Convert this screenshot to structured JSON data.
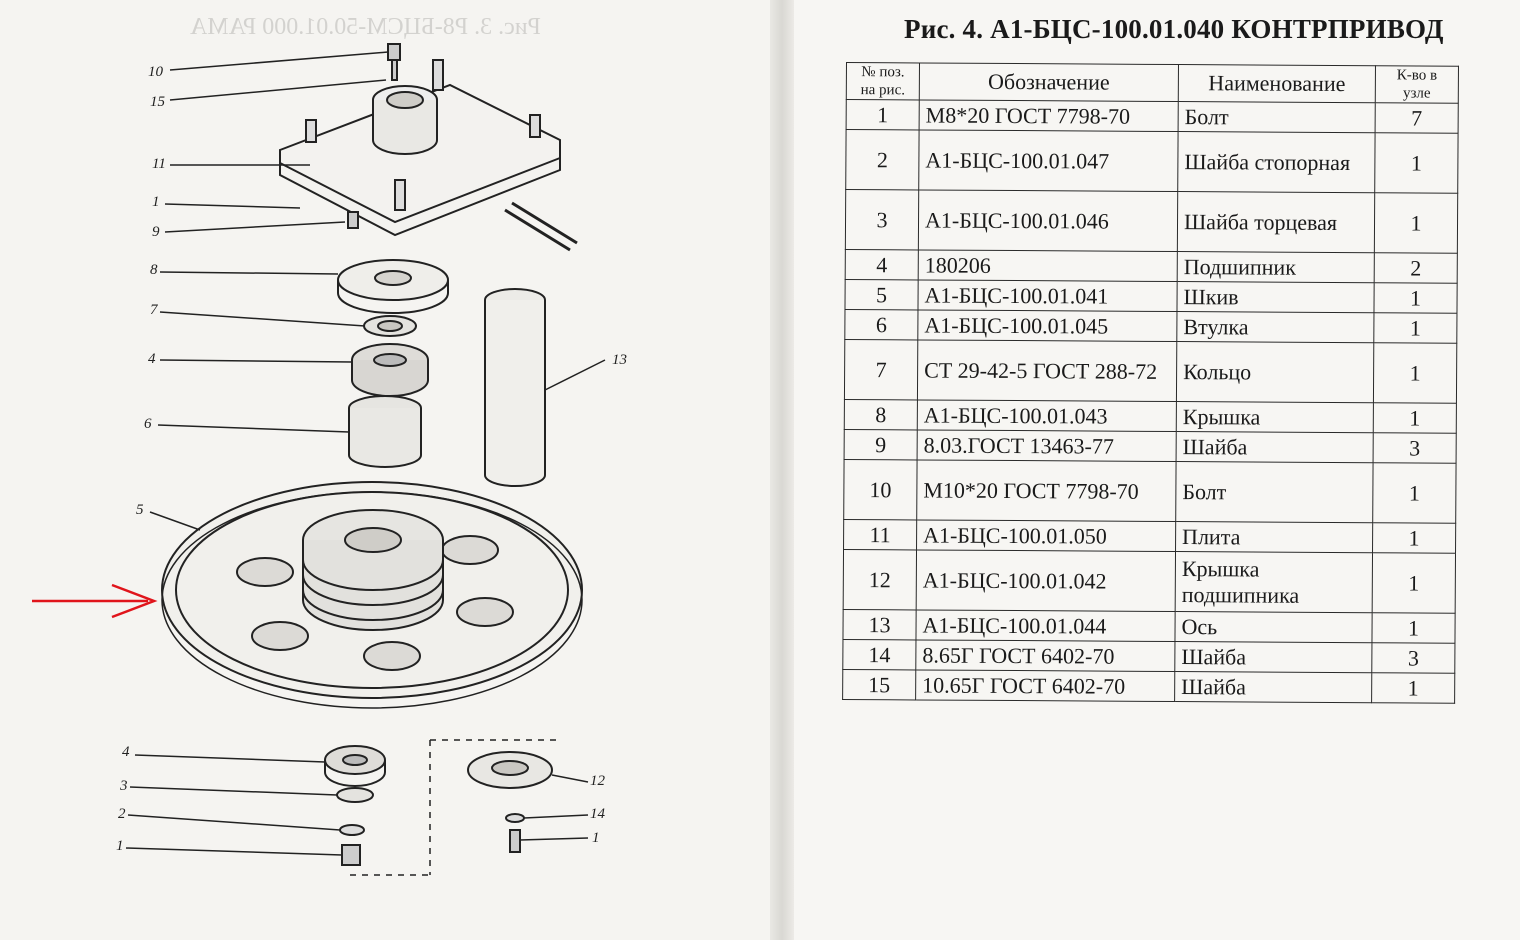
{
  "header": {
    "title": "Рис. 4. А1-БЦС-100.01.040 КОНТРПРИВОД"
  },
  "table": {
    "columns": [
      "№ поз. на рис.",
      "Обозначение",
      "Наименование",
      "К-во в узле"
    ],
    "rows": [
      {
        "pos": "1",
        "designation": "М8*20 ГОСТ 7798-70",
        "name": "Болт",
        "qty": "7"
      },
      {
        "pos": "2",
        "designation": "А1-БЦС-100.01.047",
        "name": "Шайба стопорная",
        "qty": "1"
      },
      {
        "pos": "3",
        "designation": "А1-БЦС-100.01.046",
        "name": "Шайба торцевая",
        "qty": "1"
      },
      {
        "pos": "4",
        "designation": "180206",
        "name": "Подшипник",
        "qty": "2"
      },
      {
        "pos": "5",
        "designation": "А1-БЦС-100.01.041",
        "name": "Шкив",
        "qty": "1"
      },
      {
        "pos": "6",
        "designation": "А1-БЦС-100.01.045",
        "name": "Втулка",
        "qty": "1"
      },
      {
        "pos": "7",
        "designation": "СТ 29-42-5 ГОСТ 288-72",
        "name": "Кольцо",
        "qty": "1"
      },
      {
        "pos": "8",
        "designation": "А1-БЦС-100.01.043",
        "name": "Крышка",
        "qty": "1"
      },
      {
        "pos": "9",
        "designation": "8.03.ГОСТ 13463-77",
        "name": "Шайба",
        "qty": "3"
      },
      {
        "pos": "10",
        "designation": "М10*20 ГОСТ 7798-70",
        "name": "Болт",
        "qty": "1"
      },
      {
        "pos": "11",
        "designation": "А1-БЦС-100.01.050",
        "name": "Плита",
        "qty": "1"
      },
      {
        "pos": "12",
        "designation": "А1-БЦС-100.01.042",
        "name": "Крышка подшипника",
        "qty": "1"
      },
      {
        "pos": "13",
        "designation": "А1-БЦС-100.01.044",
        "name": "Ось",
        "qty": "1"
      },
      {
        "pos": "14",
        "designation": "8.65Г ГОСТ 6402-70",
        "name": "Шайба",
        "qty": "3"
      },
      {
        "pos": "15",
        "designation": "10.65Г ГОСТ 6402-70",
        "name": "Шайба",
        "qty": "1"
      }
    ]
  },
  "drawing": {
    "callouts": [
      "10",
      "15",
      "11",
      "1",
      "9",
      "8",
      "7",
      "4",
      "6",
      "5",
      "13",
      "4",
      "3",
      "2",
      "1",
      "12",
      "14",
      "1"
    ],
    "ghost_caption": "Рис. 3. Р8-БЦСМ-50.01.000 РАМА"
  },
  "annotation": {
    "arrow_color": "#e0141b"
  },
  "colors": {
    "ink": "#1a1a1a",
    "paper": "#f5f4f1"
  }
}
